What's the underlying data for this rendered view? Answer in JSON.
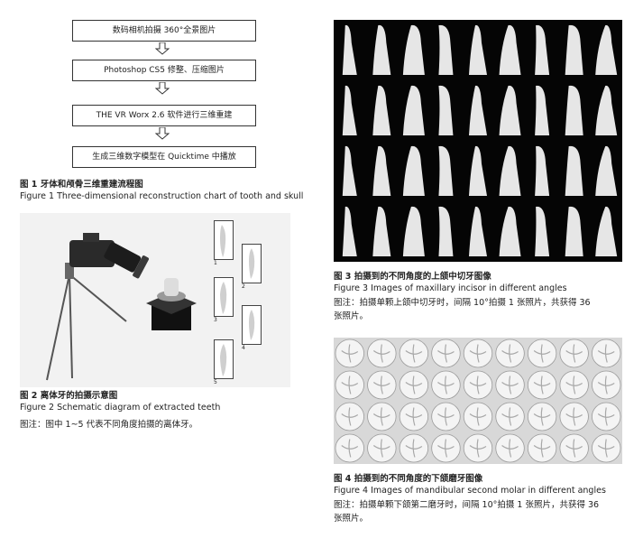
{
  "fig1": {
    "steps": [
      "数码相机拍摄 360°全景图片",
      "Photoshop CS5 修整、压缩图片",
      "THE VR Worx 2.6 软件进行三维重建",
      "生成三维数字模型在 Quicktime 中播放"
    ],
    "caption_cn": "图 1    牙体和颅骨三维重建流程图",
    "caption_en": "Figure 1    Three-dimensional reconstruction chart of tooth and skull"
  },
  "fig2": {
    "thumb_labels": [
      "1",
      "2",
      "3",
      "4",
      "5"
    ],
    "caption_cn": "图 2    离体牙的拍摄示意图",
    "caption_en": "Figure 2    Schematic diagram of extracted teeth",
    "note": "图注：图中 1~5 代表不同角度拍摄的离体牙。"
  },
  "fig3": {
    "rows": 4,
    "cols": 9,
    "caption_cn": "图 3    拍摄到的不同角度的上颌中切牙图像",
    "caption_en": "Figure 3    Images of maxillary incisor in different angles",
    "note_line1": "图注：拍摄单颗上颌中切牙时，间隔 10°拍摄 1 张照片，共获得 36",
    "note_line2": "张照片。"
  },
  "fig4": {
    "rows": 4,
    "cols": 9,
    "caption_cn": "图 4    拍摄到的不同角度的下颌磨牙图像",
    "caption_en": "Figure 4    Images of mandibular second molar in different angles",
    "note_line1": "图注：拍摄单颗下颌第二磨牙时，间隔 10°拍摄 1 张照片，共获得 36",
    "note_line2": "张照片。"
  }
}
